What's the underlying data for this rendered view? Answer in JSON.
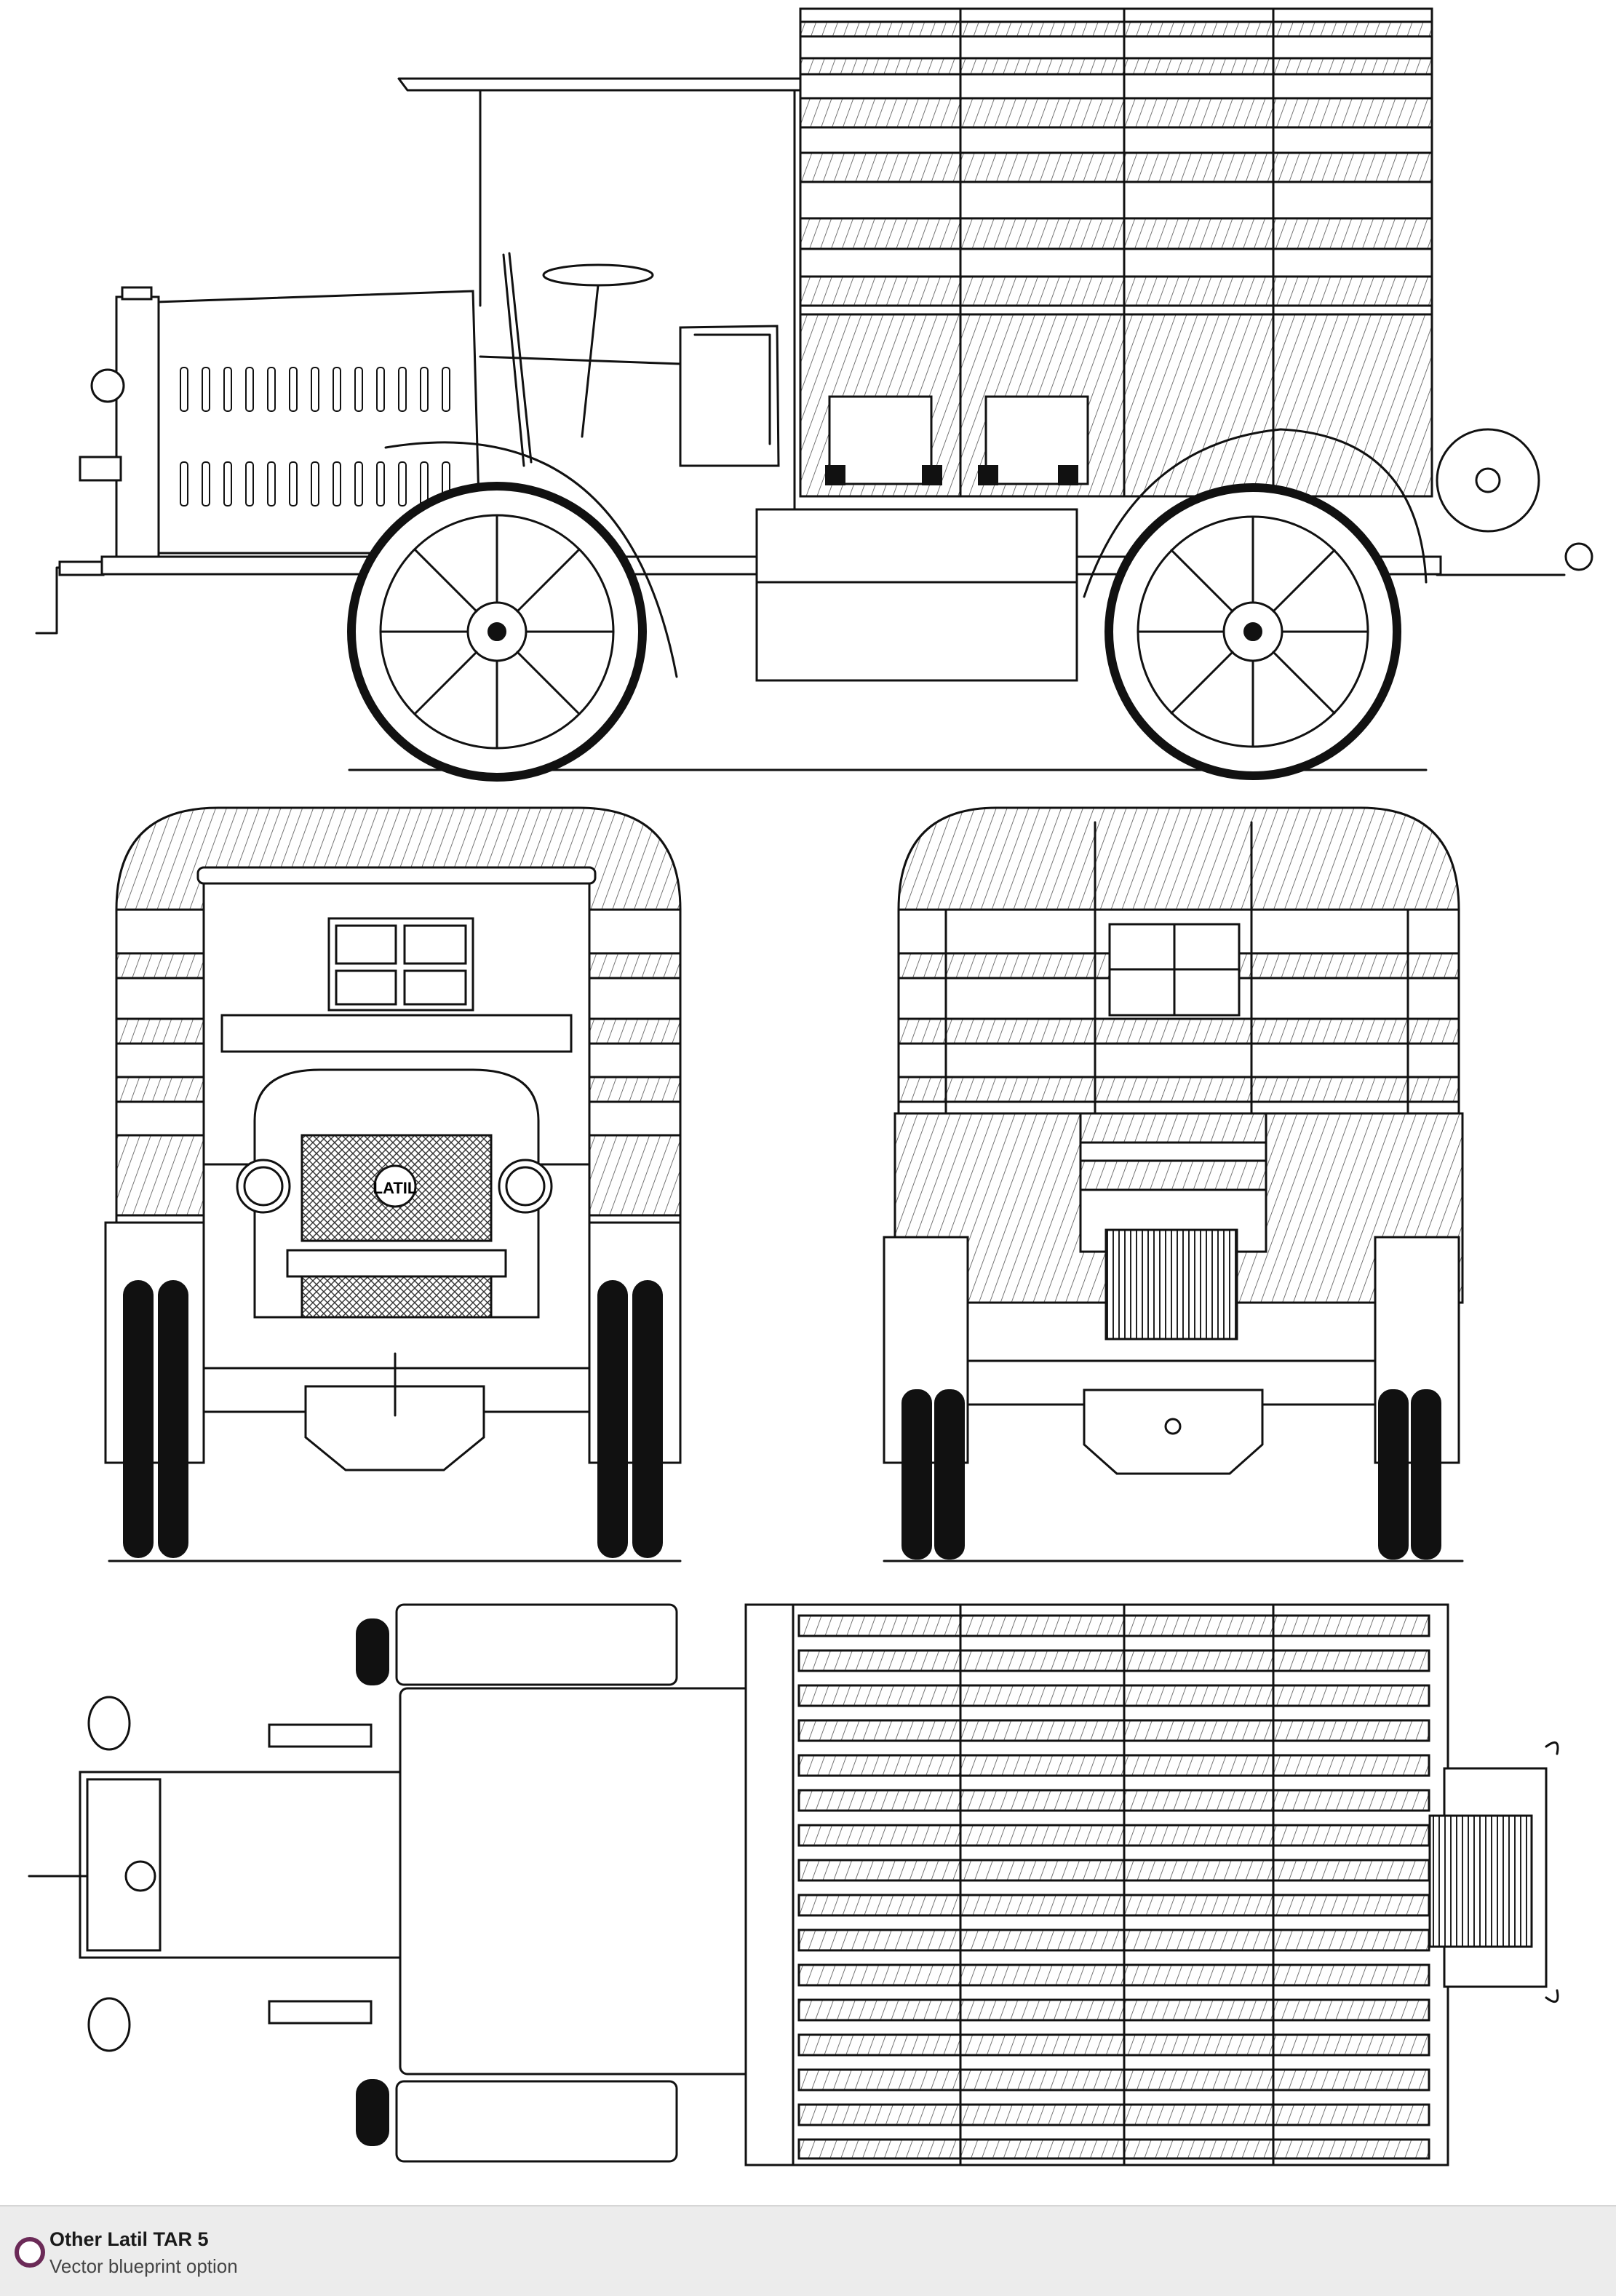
{
  "footer": {
    "title": "Other Latil TAR 5",
    "subtitle": "Vector blueprint option",
    "logo_color": "#6b2a57",
    "logo_icon": "ring-logo-icon"
  },
  "drawing": {
    "views": [
      "side-view",
      "front-view",
      "rear-view",
      "top-view"
    ],
    "grille_badge": "LATIL"
  }
}
